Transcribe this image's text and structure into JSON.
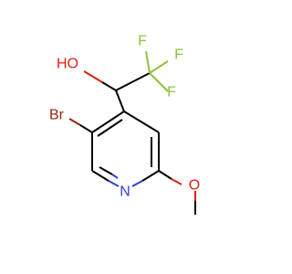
{
  "atoms": {
    "oh": {
      "label": "HO",
      "color": "#E02010"
    },
    "f_top_left": {
      "label": "F",
      "color": "#90C23A"
    },
    "f_top_right": {
      "label": "F",
      "color": "#90C23A"
    },
    "f_right": {
      "label": "F",
      "color": "#90C23A"
    },
    "br": {
      "label": "Br",
      "color": "#8B2A0E"
    },
    "n": {
      "label": "N",
      "color": "#2F3FD8"
    },
    "o_methoxy": {
      "label": "O",
      "color": "#E02010"
    }
  }
}
